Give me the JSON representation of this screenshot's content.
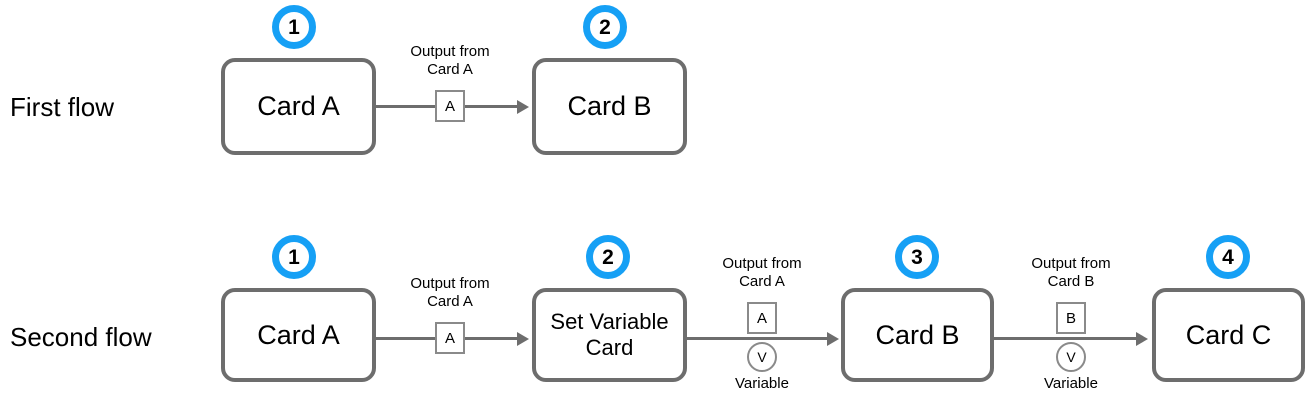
{
  "diagram": {
    "background": "#ffffff",
    "card_border_color": "#6d6d6d",
    "badge_color": "#16a0f5",
    "connector_color": "#6d6d6d",
    "port_color": "#8a8a8a"
  },
  "rows": [
    {
      "label": "First flow",
      "cards": [
        {
          "label": "Card A",
          "badge": "1"
        },
        {
          "label": "Card B",
          "badge": "2"
        }
      ],
      "connectors": [
        {
          "caption": "Output from\nCard A",
          "port_square": "A",
          "variable_circle": null,
          "variable_caption": null
        }
      ]
    },
    {
      "label": "Second flow",
      "cards": [
        {
          "label": "Card A",
          "badge": "1"
        },
        {
          "label": "Set Variable\nCard",
          "badge": "2"
        },
        {
          "label": "Card B",
          "badge": "3"
        },
        {
          "label": "Card C",
          "badge": "4"
        }
      ],
      "connectors": [
        {
          "caption": "Output from\nCard A",
          "port_square": "A",
          "variable_circle": null,
          "variable_caption": null
        },
        {
          "caption": "Output from\nCard A",
          "port_square": "A",
          "variable_circle": "V",
          "variable_caption": "Variable"
        },
        {
          "caption": "Output from\nCard B",
          "port_square": "B",
          "variable_circle": "V",
          "variable_caption": "Variable"
        }
      ]
    }
  ]
}
